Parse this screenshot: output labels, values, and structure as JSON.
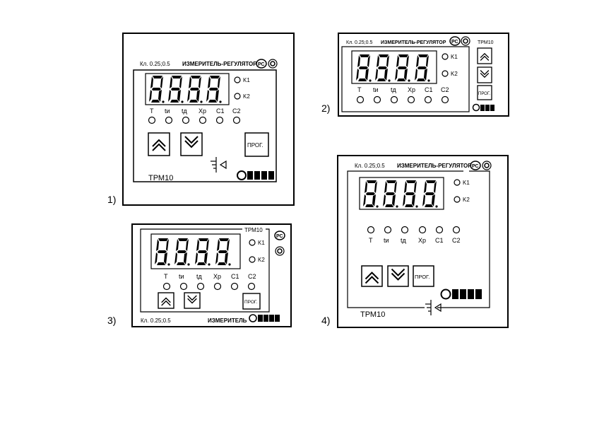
{
  "display_digits": "8888",
  "panels": [
    {
      "number": "1)",
      "class_label": "Кл. 0.25;0.5",
      "title": "ИЗМЕРИТЕЛЬ-РЕГУЛЯТОР",
      "model": "ТРМ10",
      "leds_right": [
        "K1",
        "K2"
      ],
      "leds_bottom": [
        "Т",
        "tи",
        "tд",
        "Хр",
        "С1",
        "С2"
      ],
      "buttons": [
        "up",
        "down",
        "ПРОГ."
      ],
      "brand": "ОВЕН"
    },
    {
      "number": "2)",
      "class_label": "Кл. 0.25;0.5",
      "title": "ИЗМЕРИТЕЛЬ-РЕГУЛЯТОР",
      "model": "ТРМ10",
      "leds_right": [
        "K1",
        "K2"
      ],
      "leds_bottom": [
        "Т",
        "tи",
        "tд",
        "Хр",
        "С1",
        "С2"
      ],
      "buttons": [
        "up",
        "down",
        "ПРОГ."
      ],
      "brand": "ОВЕН"
    },
    {
      "number": "3)",
      "class_label": "Кл. 0.25;0.5",
      "title": "ИЗМЕРИТЕЛЬ",
      "model": "ТРМ10",
      "leds_right": [
        "K1",
        "K2"
      ],
      "leds_bottom": [
        "Т",
        "tи",
        "tд",
        "Хр",
        "С1",
        "С2"
      ],
      "buttons": [
        "up",
        "down",
        "ПРОГ."
      ],
      "brand": "ОВЕН"
    },
    {
      "number": "4)",
      "class_label": "Кл. 0.25;0.5",
      "title": "ИЗМЕРИТЕЛЬ-РЕГУЛЯТОР",
      "model": "ТРМ10",
      "leds_right": [
        "K1",
        "K2"
      ],
      "leds_bottom": [
        "Т",
        "tи",
        "tд",
        "Хр",
        "С1",
        "С2"
      ],
      "buttons": [
        "up",
        "down",
        "ПРОГ."
      ],
      "brand": "ОВЕН"
    }
  ],
  "icons": [
    "cert-mark-icon",
    "gost-mark-icon",
    "ground-symbol-icon",
    "owen-logo-icon",
    "chevron-up-icon",
    "chevron-down-icon"
  ]
}
